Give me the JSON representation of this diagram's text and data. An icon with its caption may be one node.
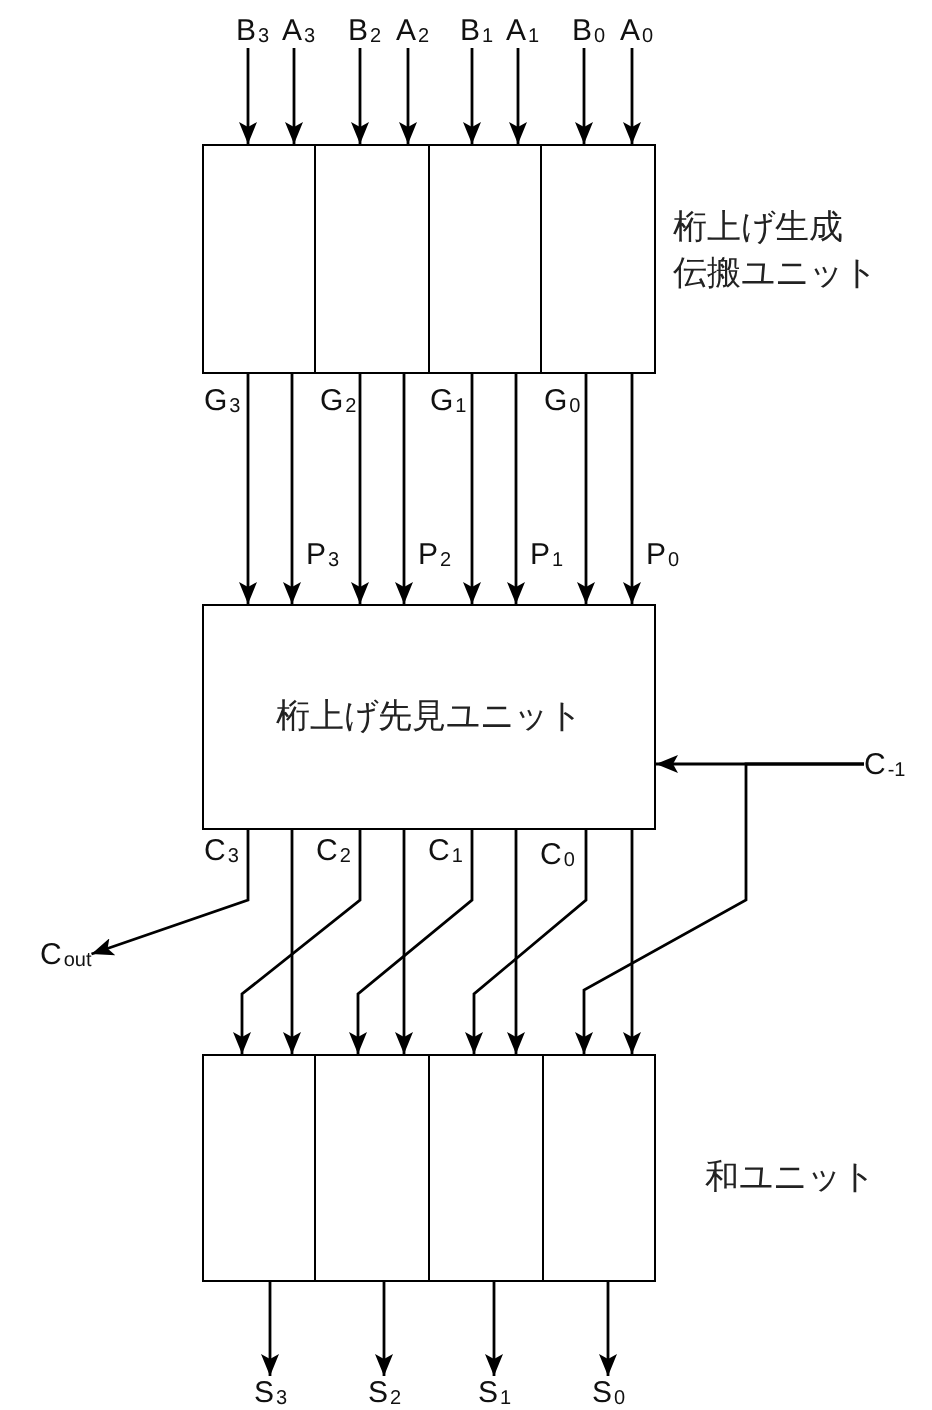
{
  "diagram": {
    "nodes": [
      {
        "text": [
          "B$_{3}$"
        ]
      },
      {
        "text": [
          "A$_{3}$"
        ]
      },
      {
        "text": [
          "B$_{2}$"
        ]
      },
      {
        "text": [
          "A$_{2}$"
        ]
      },
      {
        "text": [
          "B$_{1}$"
        ]
      },
      {
        "text": [
          "A$_{1}$"
        ]
      },
      {
        "text": [
          "B$_{0}$"
        ]
      },
      {
        "text": [
          "A$_{0}$"
        ]
      },
      {
        "text": [
          "桁上げ生成伝搬ユニット"
        ]
      },
      {
        "text": [
          "桁上げ先見ユニット"
        ]
      },
      {
        "text": [
          "C$_{-1}$"
        ]
      },
      {
        "text": [
          "C$_{out}$"
        ]
      },
      {
        "text": [
          "和ユニット"
        ]
      },
      {
        "text": [
          "S$_{3}$"
        ]
      },
      {
        "text": [
          "S$_{2}$"
        ]
      },
      {
        "text": [
          "S$_{1}$"
        ]
      },
      {
        "text": [
          "S$_{0}$"
        ]
      }
    ],
    "edges": [
      {
        "from": 0,
        "to": 8,
        "arrow": "to"
      },
      {
        "from": 1,
        "to": 8,
        "arrow": "to"
      },
      {
        "from": 2,
        "to": 8,
        "arrow": "to"
      },
      {
        "from": 3,
        "to": 8,
        "arrow": "to"
      },
      {
        "from": 4,
        "to": 8,
        "arrow": "to"
      },
      {
        "from": 5,
        "to": 8,
        "arrow": "to"
      },
      {
        "from": 6,
        "to": 8,
        "arrow": "to"
      },
      {
        "from": 7,
        "to": 8,
        "arrow": "to"
      },
      {
        "from": 8,
        "to": 9,
        "arrow": "to",
        "label": "G$_{3}$"
      },
      {
        "from": 8,
        "to": 9,
        "arrow": "to",
        "label": "P$_{3}$"
      },
      {
        "from": 8,
        "to": 9,
        "arrow": "to",
        "label": "G$_{2}$"
      },
      {
        "from": 8,
        "to": 9,
        "arrow": "to",
        "label": "P$_{2}$"
      },
      {
        "from": 8,
        "to": 9,
        "arrow": "to",
        "label": "G$_{1}$"
      },
      {
        "from": 8,
        "to": 9,
        "arrow": "to",
        "label": "P$_{1}$"
      },
      {
        "from": 8,
        "to": 9,
        "arrow": "to",
        "label": "G$_{0}$"
      },
      {
        "from": 8,
        "to": 9,
        "arrow": "to",
        "label": "P$_{0}$"
      },
      {
        "from": 10,
        "to": 9,
        "arrow": "to"
      },
      {
        "from": 10,
        "to": 12,
        "arrow": "to"
      },
      {
        "from": 9,
        "to": 11,
        "arrow": "to",
        "label": "C$_{3}$"
      },
      {
        "from": 9,
        "to": 12,
        "arrow": "to"
      },
      {
        "from": 9,
        "to": 12,
        "arrow": "to",
        "label": "C$_{2}$"
      },
      {
        "from": 9,
        "to": 12,
        "arrow": "to"
      },
      {
        "from": 9,
        "to": 12,
        "arrow": "to",
        "label": "C$_{1}$"
      },
      {
        "from": 9,
        "to": 12,
        "arrow": "to"
      },
      {
        "from": 9,
        "to": 12,
        "arrow": "to",
        "label": "C$_{0}$"
      },
      {
        "from": 9,
        "to": 12,
        "arrow": "to"
      },
      {
        "from": 12,
        "to": 13,
        "arrow": "to"
      },
      {
        "from": 12,
        "to": 14,
        "arrow": "to"
      },
      {
        "from": 12,
        "to": 15,
        "arrow": "to"
      },
      {
        "from": 12,
        "to": 16,
        "arrow": "to"
      }
    ]
  }
}
